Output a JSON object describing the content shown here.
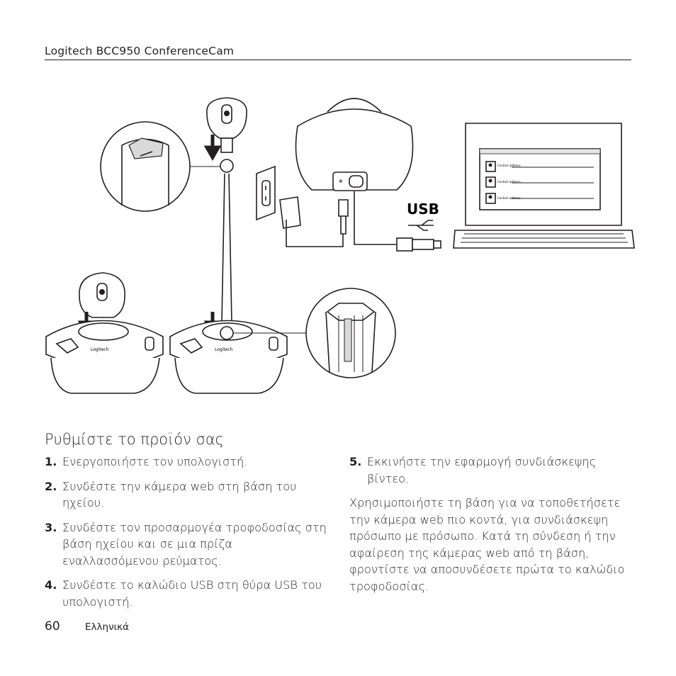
{
  "header": {
    "product": "Logitech BCC950 ConferenceCam"
  },
  "illustration": {
    "usb_label": "USB",
    "contact_label": "Contact address",
    "brand_label": "Logitech"
  },
  "section_title": "Ρυθμίστε το προϊόν σας",
  "steps_left": [
    {
      "num": "1.",
      "text": "Ενεργοποιήστε τον υπολογιστή."
    },
    {
      "num": "2.",
      "text": "Συνδέστε την κάμερα web στη βάση του ηχείου."
    },
    {
      "num": "3.",
      "text": "Συνδέστε τον προσαρμογέα τροφοδοσίας στη βάση ηχείου και σε μια πρίζα εναλλασσόμενου ρεύματος."
    },
    {
      "num": "4.",
      "text": "Συνδέστε το καλώδιο USB στη θύρα USB του υπολογιστή."
    }
  ],
  "step_right": {
    "num": "5.",
    "text": "Εκκινήστε την εφαρμογή συνδιάσκεψης βίντεο."
  },
  "paragraph": "Χρησιμοποιήστε τη βάση για να τοποθετήσετε την κάμερα web πιο κοντά, για συνδιάσκεψη πρόσωπο με πρόσωπο. Κατά τη σύνδεση ή την αφαίρεση της κάμερας web από τη βάση, φροντίστε να αποσυνδέσετε πρώτα το καλώδιο τροφοδοσίας.",
  "footer": {
    "page_number": "60",
    "language": "Ελληνικά"
  }
}
